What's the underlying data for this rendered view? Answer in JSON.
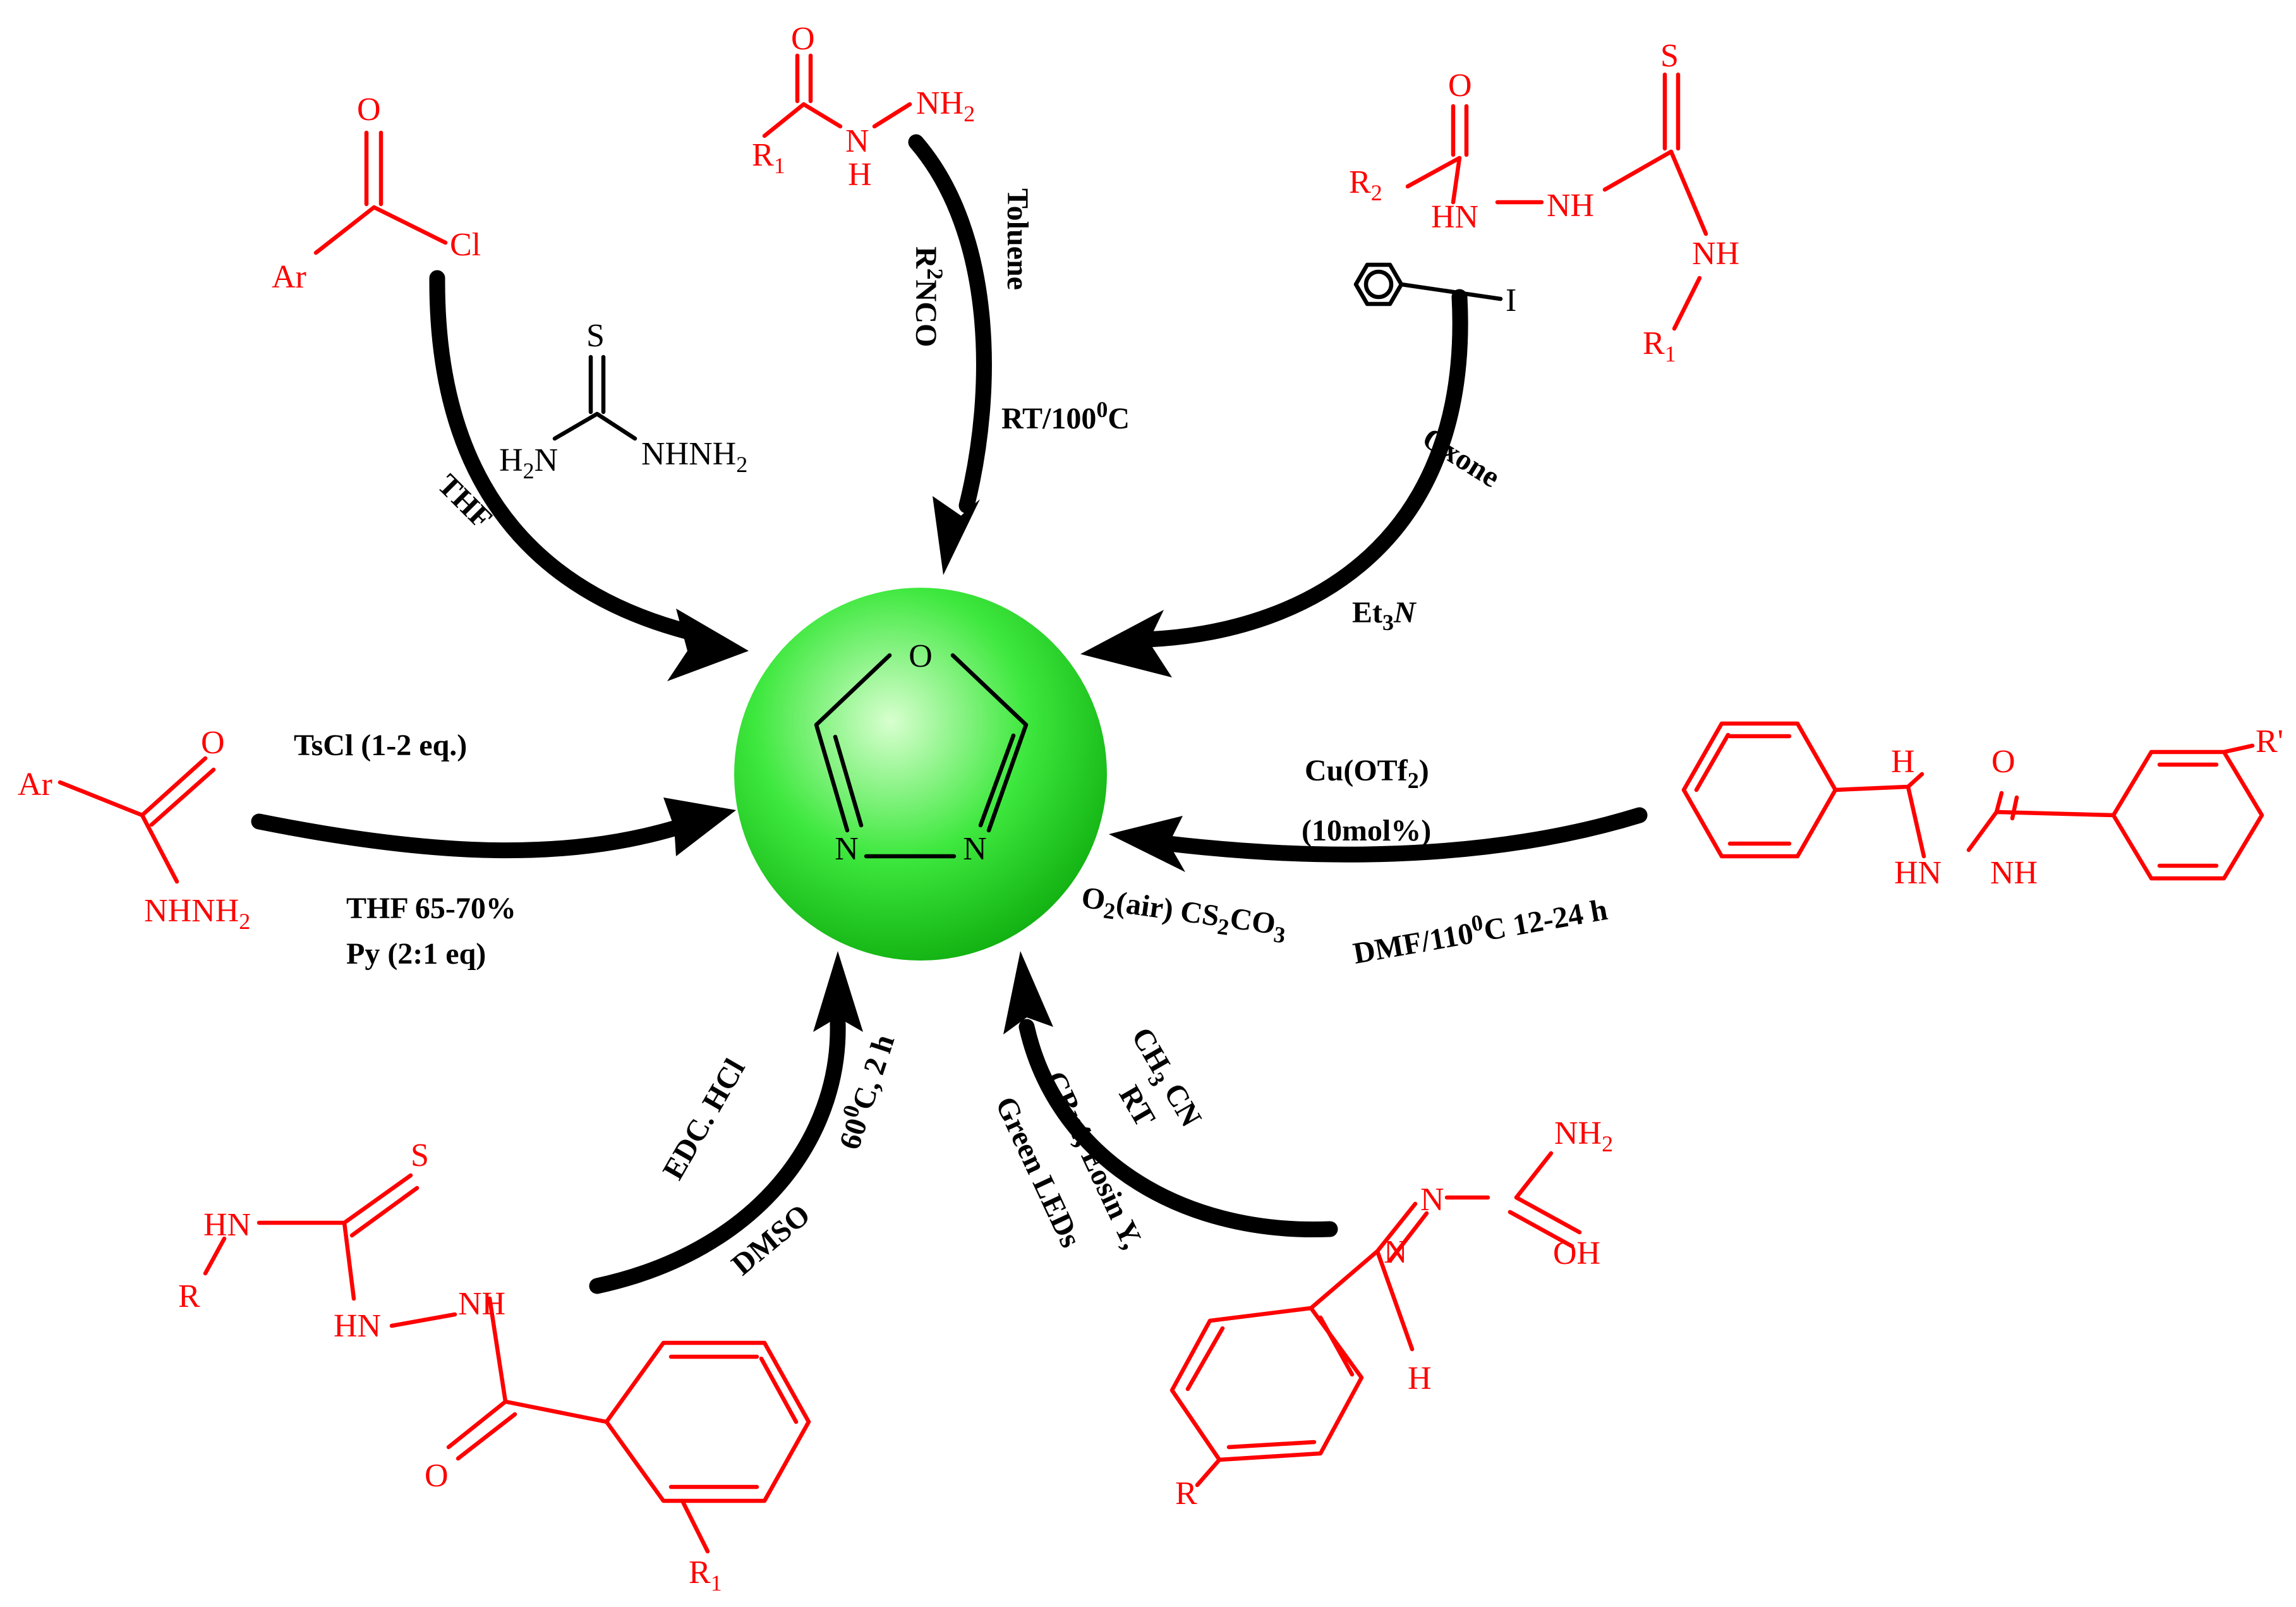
{
  "colors": {
    "reactant": "#ff0000",
    "reagent": "#000000",
    "sphere_core": "#d8ffcf",
    "sphere_mid": "#3ee83e",
    "sphere_edge": "#12b212"
  },
  "product": {
    "o": "O",
    "n1": "N",
    "n2": "N"
  },
  "reactants": {
    "acid_chloride": {
      "o": "O",
      "cl": "Cl",
      "ar": "Ar"
    },
    "hydrazide_top": {
      "o": "O",
      "nh2": "NH",
      "nh2_sub": "2",
      "r1": "R",
      "r1_sub": "1",
      "n": "N",
      "h": "H"
    },
    "thiosemicarbazide_top_right": {
      "s": "S",
      "o": "O",
      "r2": "R",
      "r2_sub": "2",
      "hn": "HN",
      "nh_a": "NH",
      "nh_b": "NH",
      "r1": "R",
      "r1_sub": "1"
    },
    "aroyl_hydrazide": {
      "ar": "Ar",
      "o": "O",
      "nhnh2": "NHNH",
      "nhnh2_sub": "2"
    },
    "benzyl_hydrazide": {
      "h": "H",
      "o": "O",
      "r_prime": "R'",
      "hn": "HN",
      "nh": "NH"
    },
    "thiosemicarbazide_bottom_left": {
      "s": "S",
      "hn_a": "HN",
      "r": "R",
      "hn_b": "HN",
      "nh": "NH",
      "o": "O",
      "r1": "R",
      "r1_sub": "1"
    },
    "semicarbazone": {
      "nh2": "NH",
      "nh2_sub": "2",
      "n_a": "N",
      "n_b": "N",
      "oh": "OH",
      "h": "H",
      "r": "R"
    }
  },
  "reagents": {
    "thiosemicarbazide": {
      "s": "S",
      "h2n_h": "H",
      "h2n_sub": "2",
      "h2n_n": "N",
      "nhnh2": "NHNH",
      "nhnh2_sub": "2"
    },
    "iodobenzene": {
      "i": "I"
    }
  },
  "conditions": {
    "thf": "THF",
    "toluene": "Toluene",
    "r2nco_r": "R",
    "r2nco_sup": "2",
    "r2nco_rest": "NCO",
    "rt100_a": "RT/100",
    "rt100_sup": "0",
    "rt100_b": "C",
    "oxone": "Oxone",
    "et3n_a": "Et",
    "et3n_sub": "3",
    "et3n_b": "N",
    "tscl": "TsCl (1-2 eq.)",
    "thf_yield": "THF 65-70%",
    "py": "Py (2:1 eq)",
    "cuotf_a": "Cu(OTf",
    "cuotf_sub": "2",
    "cuotf_b": ")",
    "mol": "(10mol%)",
    "o2_a": "O",
    "o2_sub": "2",
    "o2_b": "(air) CS",
    "o2_sub2": "2",
    "o2_c": "CO",
    "o2_sub3": "3",
    "dmf_a": "DMF/110",
    "dmf_sup": "0",
    "dmf_b": "C  12-24 h",
    "edc": "EDC. HCl",
    "temp_a": "60",
    "temp_sup": "0",
    "temp_b": "C, 2 h",
    "dmso": "DMSO",
    "ch3cn_a": "CH",
    "ch3cn_sub": "3",
    "ch3cn_b": " CN",
    "rt": "RT",
    "cbr4": "CBr4, Eosin Y,",
    "green": "Green LEDs"
  }
}
